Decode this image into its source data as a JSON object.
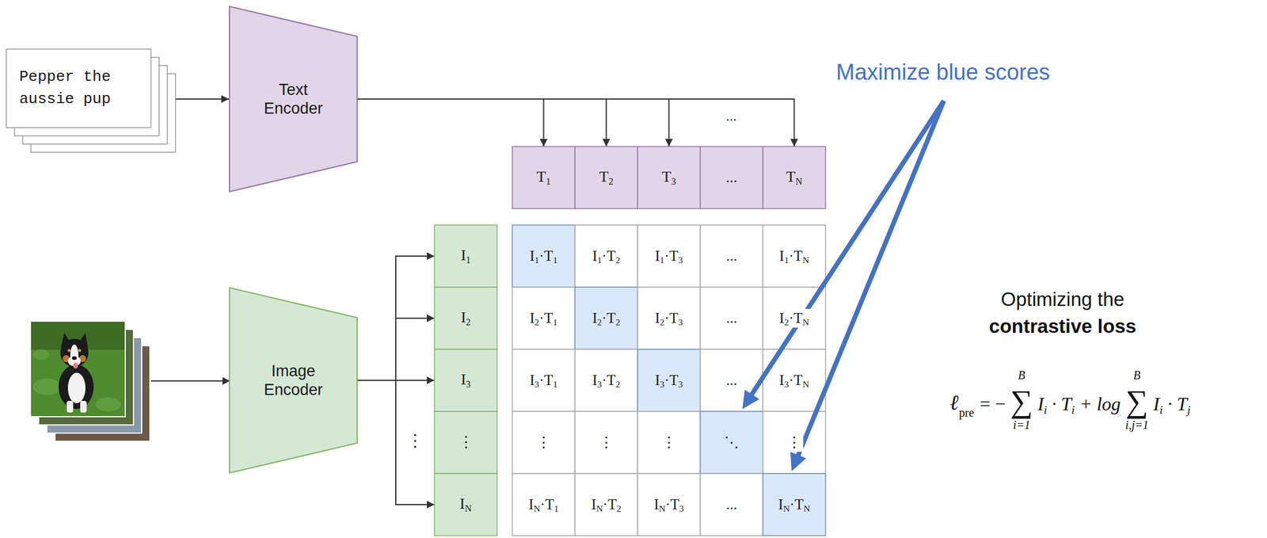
{
  "diagram": {
    "nodes": [
      {
        "text": [
          "Pepper the aussie pup"
        ]
      },
      {
        "text": [
          "Text Encoder"
        ]
      },
      {
        "text": [
          "Image Encoder"
        ]
      },
      {
        "text": [
          "T1"
        ]
      },
      {
        "text": [
          "T2"
        ]
      },
      {
        "text": [
          "T3"
        ]
      },
      {
        "text": [
          "..."
        ]
      },
      {
        "text": [
          "TN"
        ]
      },
      {
        "text": [
          "I1"
        ]
      },
      {
        "text": [
          "I2"
        ]
      },
      {
        "text": [
          "I3"
        ]
      },
      {
        "text": [
          "⋮"
        ]
      },
      {
        "text": [
          "IN"
        ]
      },
      {
        "text": [
          "I1·T1"
        ]
      },
      {
        "text": [
          "I1·T2"
        ]
      },
      {
        "text": [
          "I1·T3"
        ]
      },
      {
        "text": [
          "..."
        ]
      },
      {
        "text": [
          "I1·TN"
        ]
      },
      {
        "text": [
          "I2·T1"
        ]
      },
      {
        "text": [
          "I2·T2"
        ]
      },
      {
        "text": [
          "I2·T3"
        ]
      },
      {
        "text": [
          "..."
        ]
      },
      {
        "text": [
          "I2·TN"
        ]
      },
      {
        "text": [
          "I3·T1"
        ]
      },
      {
        "text": [
          "I3·T2"
        ]
      },
      {
        "text": [
          "I3·T3"
        ]
      },
      {
        "text": [
          "..."
        ]
      },
      {
        "text": [
          "I3·TN"
        ]
      },
      {
        "text": [
          "⋮"
        ]
      },
      {
        "text": [
          "⋮"
        ]
      },
      {
        "text": [
          "⋮"
        ]
      },
      {
        "text": [
          "⋱"
        ]
      },
      {
        "text": [
          "⋮"
        ]
      },
      {
        "text": [
          "IN·T1"
        ]
      },
      {
        "text": [
          "IN·T2"
        ]
      },
      {
        "text": [
          "IN·T3"
        ]
      },
      {
        "text": [
          "..."
        ]
      },
      {
        "text": [
          "IN·TN"
        ]
      }
    ],
    "edges": [
      {
        "from": 0,
        "to": 1,
        "arrow": "to"
      },
      {
        "from": 1,
        "to": 3,
        "arrow": "to"
      },
      {
        "from": 1,
        "to": 4,
        "arrow": "to"
      },
      {
        "from": 1,
        "to": 5,
        "arrow": "to"
      },
      {
        "from": 1,
        "to": 7,
        "arrow": "to"
      },
      {
        "from": 2,
        "to": 8,
        "arrow": "to"
      },
      {
        "from": 2,
        "to": 9,
        "arrow": "to"
      },
      {
        "from": 2,
        "to": 10,
        "arrow": "to"
      },
      {
        "from": 2,
        "to": 12,
        "arrow": "to"
      }
    ],
    "labels": [
      "Maximize blue scores",
      "...",
      "⋮",
      "Optimizing the",
      "contrastive loss",
      "ℓ",
      "pre",
      "= −",
      "∑",
      "B",
      "i=1",
      "Ii · Ti + log",
      "∑",
      "B",
      "i,j=1",
      "Ii · Tj"
    ]
  }
}
